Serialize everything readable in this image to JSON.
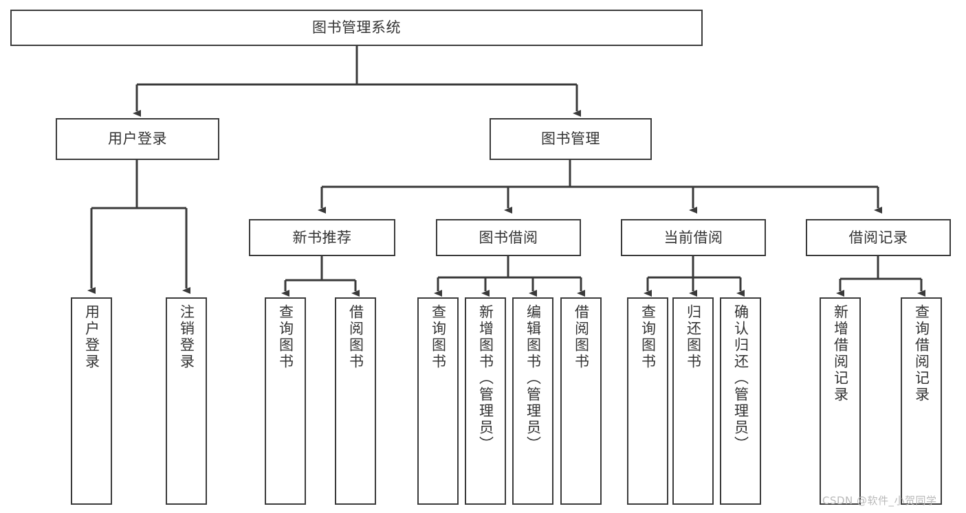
{
  "diagram": {
    "type": "tree-hierarchy",
    "title": "图书管理系统",
    "root": {
      "label": "图书管理系统",
      "level": 0
    },
    "level1": [
      {
        "label": "用户登录"
      },
      {
        "label": "图书管理"
      }
    ],
    "level2": [
      {
        "label": "新书推荐",
        "parent": "图书管理"
      },
      {
        "label": "图书借阅",
        "parent": "图书管理"
      },
      {
        "label": "当前借阅",
        "parent": "图书管理"
      },
      {
        "label": "借阅记录",
        "parent": "图书管理"
      }
    ],
    "leaves": {
      "user_login": [
        {
          "label": "用户登录"
        },
        {
          "label": "注销登录"
        }
      ],
      "new_book_rec": [
        {
          "label": "查询图书"
        },
        {
          "label": "借阅图书"
        }
      ],
      "book_borrow": [
        {
          "label": "查询图书"
        },
        {
          "label": "新增图书（管理员）"
        },
        {
          "label": "编辑图书（管理员）"
        },
        {
          "label": "借阅图书"
        }
      ],
      "current_borrow": [
        {
          "label": "查询图书"
        },
        {
          "label": "归还图书"
        },
        {
          "label": "确认归还（管理员）"
        }
      ],
      "borrow_record": [
        {
          "label": "新增借阅记录"
        },
        {
          "label": "查询借阅记录"
        }
      ]
    }
  },
  "watermark": {
    "text": "CSDN @软件_小贺同学"
  },
  "colors": {
    "stroke": "#3a3a3a",
    "text": "#333333",
    "background": "#ffffff",
    "watermark": "#b9b9b9"
  }
}
